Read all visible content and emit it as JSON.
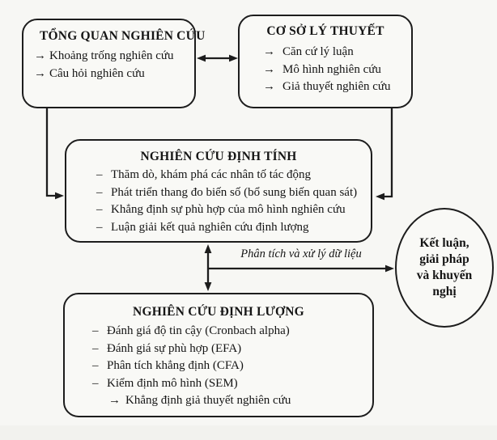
{
  "diagram": {
    "colors": {
      "line": "#1d1d1d",
      "text": "#151515",
      "background": "#f7f7f4"
    },
    "glyphs": {
      "arrow_bullet": "→",
      "dash_bullet": "–"
    },
    "overview_box": {
      "title": "TỔNG QUAN NGHIÊN CỨU",
      "items": [
        "Khoảng trống nghiên cứu",
        "Câu hỏi nghiên cứu"
      ]
    },
    "theory_box": {
      "title": "CƠ SỞ LÝ THUYẾT",
      "items": [
        "Căn cứ lý luận",
        "Mô hình nghiên cứu",
        "Giả thuyết nghiên cứu"
      ]
    },
    "qualitative_box": {
      "title": "NGHIÊN CỨU ĐỊNH TÍNH",
      "items": [
        "Thăm dò, khám phá các nhân tố tác động",
        "Phát triển thang đo biến số (bổ sung biến quan sát)",
        "Khẳng định sự phù hợp của mô hình nghiên cứu",
        "Luận giải kết quả nghiên cứu định lượng"
      ]
    },
    "quantitative_box": {
      "title": "NGHIÊN CỨU ĐỊNH LƯỢNG",
      "items": [
        "Đánh giá độ tin cậy (Cronbach alpha)",
        "Đánh giá sự phù hợp (EFA)",
        "Phân tích khẳng định (CFA)",
        "Kiểm định mô hình (SEM)"
      ],
      "sub_item": "Khẳng định giả thuyết nghiên cứu"
    },
    "conclusion_ellipse": {
      "lines": [
        "Kết luận,",
        "giải pháp",
        "và khuyến",
        "nghị"
      ]
    },
    "flow_label": "Phân tích và xử lý dữ liệu"
  }
}
